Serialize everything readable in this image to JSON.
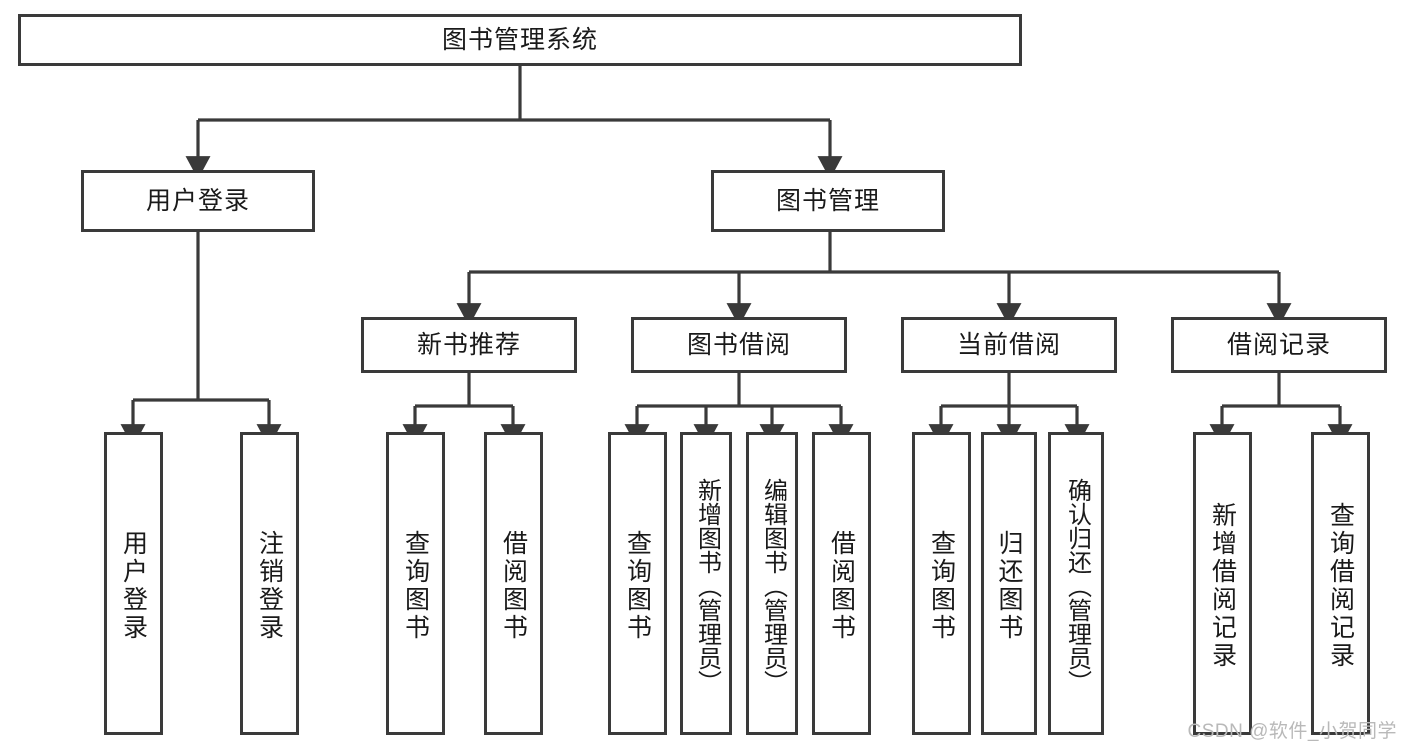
{
  "diagram": {
    "title": "图书管理系统",
    "type": "tree-hierarchy-diagram",
    "colors": {
      "box_border": "#3a3a3a",
      "box_fill": "#ffffff",
      "connector": "#3a3a3a",
      "text": "#1a1a1a",
      "watermark": "#b9b9b9",
      "background": "#ffffff"
    }
  },
  "root": {
    "label": "图书管理系统"
  },
  "level2": [
    {
      "label": "用户登录"
    },
    {
      "label": "图书管理"
    }
  ],
  "level3": [
    {
      "label": "新书推荐"
    },
    {
      "label": "图书借阅"
    },
    {
      "label": "当前借阅"
    },
    {
      "label": "借阅记录"
    }
  ],
  "leaves": {
    "user_login": [
      {
        "label": "用户登录"
      },
      {
        "label": "注销登录"
      }
    ],
    "new_book_recommend": [
      {
        "label": "查询图书"
      },
      {
        "label": "借阅图书"
      }
    ],
    "book_borrow": [
      {
        "label": "查询图书"
      },
      {
        "label": "新增图书（管理员）"
      },
      {
        "label": "编辑图书（管理员）"
      },
      {
        "label": "借阅图书"
      }
    ],
    "current_borrow": [
      {
        "label": "查询图书"
      },
      {
        "label": "归还图书"
      },
      {
        "label": "确认归还（管理员）"
      }
    ],
    "borrow_record": [
      {
        "label": "新增借阅记录"
      },
      {
        "label": "查询借阅记录"
      }
    ]
  },
  "watermark": {
    "text": "CSDN @软件_小贺同学"
  }
}
